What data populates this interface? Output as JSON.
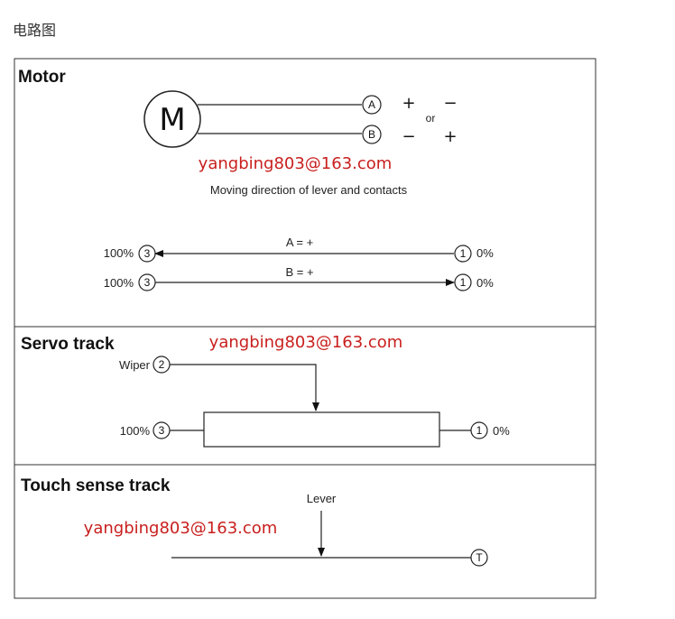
{
  "page": {
    "heading": "电路图"
  },
  "watermark": "yangbing803@163.com",
  "motor": {
    "title": "Motor",
    "symbol": "M",
    "pin_a": "A",
    "pin_b": "B",
    "plus": "+",
    "minus": "−",
    "or": "or",
    "caption": "Moving direction of lever and contacts",
    "row1_condition": "A = +",
    "row2_condition": "B = +",
    "left_pct": "100%",
    "right_pct": "0%",
    "pin_3": "3",
    "pin_1": "1"
  },
  "servo": {
    "title": "Servo track",
    "wiper_label": "Wiper",
    "wiper_pin": "2",
    "left_pct": "100%",
    "left_pin": "3",
    "right_pin": "1",
    "right_pct": "0%"
  },
  "touch": {
    "title": "Touch sense track",
    "lever_label": "Lever",
    "terminal": "T"
  }
}
